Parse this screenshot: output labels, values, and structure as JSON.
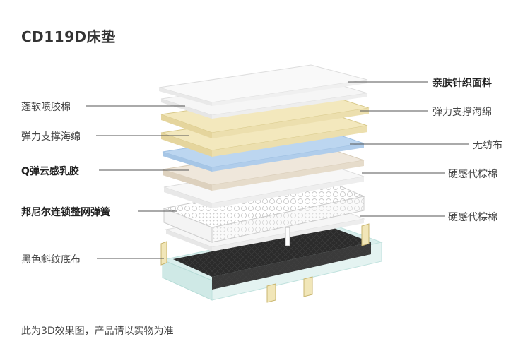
{
  "title": "CD119D床垫",
  "labels_left": [
    {
      "text": "蓬软喷胶棉",
      "bold": false
    },
    {
      "text": "弹力支撑海绵",
      "bold": false
    },
    {
      "text": "Q弹云感乳胶",
      "bold": true
    },
    {
      "text": "邦尼尔连锁整网弹簧",
      "bold": true
    },
    {
      "text": "黑色斜纹底布",
      "bold": false
    }
  ],
  "labels_right": [
    {
      "text": "亲肤针织面料",
      "bold": true
    },
    {
      "text": "弹力支撑海绵",
      "bold": false
    },
    {
      "text": "无纺布",
      "bold": false
    },
    {
      "text": "硬感代棕棉",
      "bold": false
    },
    {
      "text": "硬感代棕棉",
      "bold": false
    }
  ],
  "footnote": "此为3D效果图，产品请以实物为准",
  "colors": {
    "fabric": "#f2f2f2",
    "sponge": "#f1e6b8",
    "nonwoven": "#b8d3ef",
    "latex": "#ece4d8",
    "base": "#2b2b2b",
    "frame": "#cfe9e6"
  }
}
